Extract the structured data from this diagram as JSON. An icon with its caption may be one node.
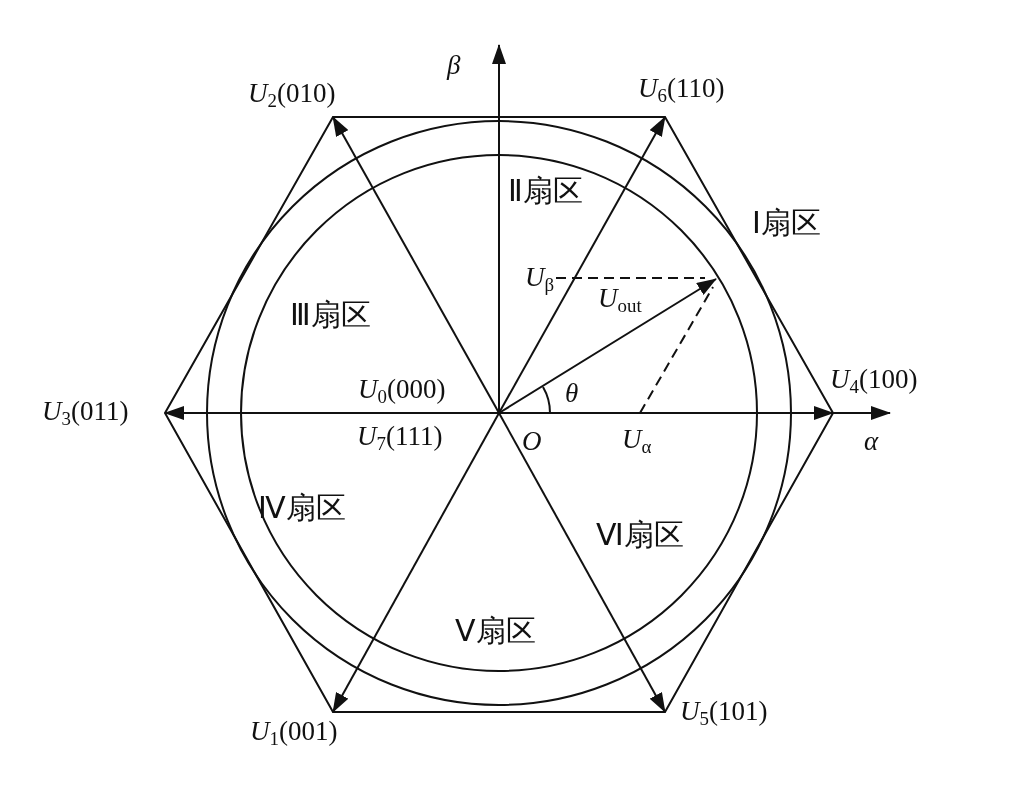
{
  "diagram": {
    "labels": [
      "β",
      "*U*$_{2}$(010)",
      "*U*$_{6}$(110)",
      "Ⅱ扇区",
      "Ⅰ扇区",
      "*U*$_{β}$",
      "*U*$_{out}$",
      "Ⅲ扇区",
      "*U*$_{0}$(000)",
      "θ",
      "*U*$_{4}$(100)",
      "*U*$_{3}$(011)",
      "*U*$_{7}$(111)",
      "O",
      "*U*$_{α}$",
      "α",
      "Ⅳ扇区",
      "Ⅵ扇区",
      "Ⅴ扇区",
      "*U*$_{1}$(001)",
      "*U*$_{5}$(101)"
    ]
  }
}
